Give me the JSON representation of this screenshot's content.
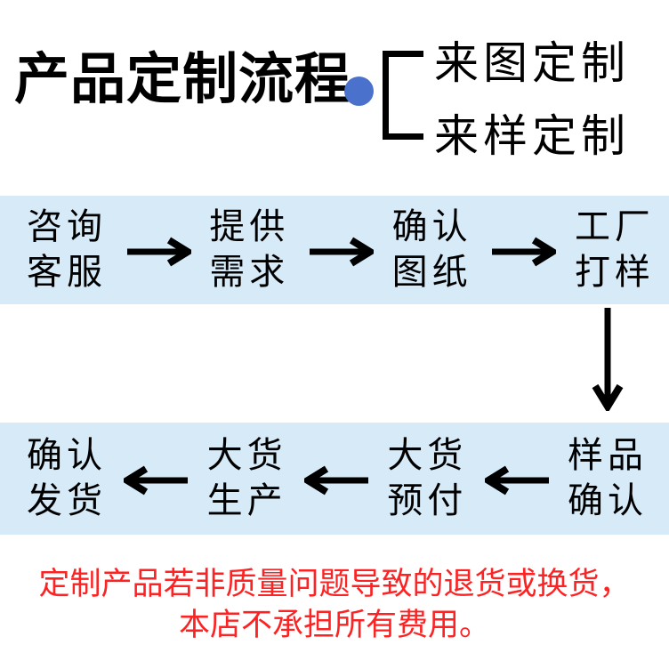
{
  "title": "产品定制流程",
  "branch": {
    "items": [
      {
        "label": "来图定制"
      },
      {
        "label": "来样定制"
      }
    ]
  },
  "flow": {
    "row1": {
      "direction": "right",
      "steps": [
        {
          "line1": "咨询",
          "line2": "客服"
        },
        {
          "line1": "提供",
          "line2": "需求"
        },
        {
          "line1": "确认",
          "line2": "图纸"
        },
        {
          "line1": "工厂",
          "line2": "打样"
        }
      ]
    },
    "row2": {
      "direction": "left",
      "steps": [
        {
          "line1": "确认",
          "line2": "发货"
        },
        {
          "line1": "大货",
          "line2": "生产"
        },
        {
          "line1": "大货",
          "line2": "预付"
        },
        {
          "line1": "样品",
          "line2": "确认"
        }
      ]
    }
  },
  "disclaimer": {
    "line1": "定制产品若非质量问题导致的退货或换货，",
    "line2": "本店不承担所有费用。"
  },
  "colors": {
    "band-bg": "#d6eaf8",
    "accent-blue": "#4a71cb",
    "warning-red": "#fb2323",
    "ink": "#000000"
  }
}
